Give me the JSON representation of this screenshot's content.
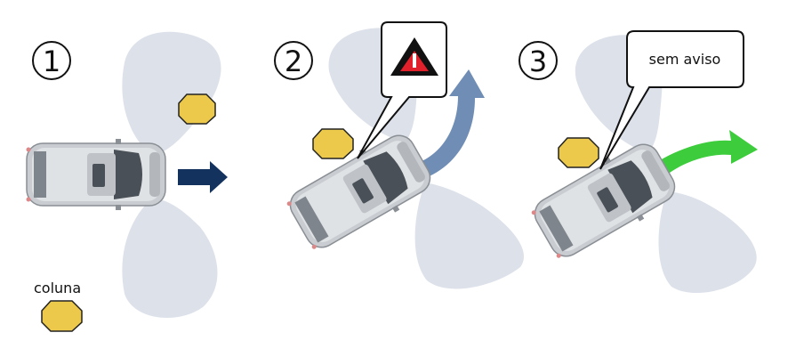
{
  "steps": [
    {
      "number": "1"
    },
    {
      "number": "2",
      "warning_icon": "warning-triangle-icon"
    },
    {
      "number": "3",
      "bubble_text": "sem aviso"
    }
  ],
  "legend": {
    "label": "coluna"
  },
  "colors": {
    "sensor_zone": "#dde1ea",
    "column": "#ecc94a",
    "arrow_straight": "#14325e",
    "arrow_warning": "#6f8db5",
    "arrow_no_warning": "#3ccc3c",
    "warning_red": "#e0202a"
  }
}
